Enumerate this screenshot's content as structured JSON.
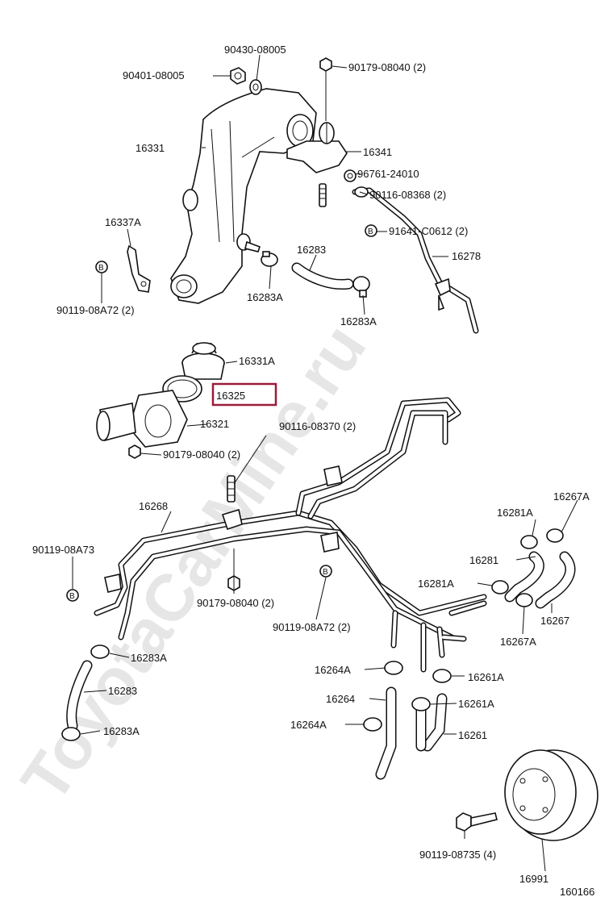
{
  "watermark": "ToyotaCarMine.ru",
  "highlight_color": "#9b1b3a",
  "figure_number": "160166",
  "bolt_marker": "B",
  "labels": {
    "p90430_08005": "90430-08005",
    "p90401_08005": "90401-08005",
    "p90179_08040_top": "90179-08040 (2)",
    "p16331": "16331",
    "p16341": "16341",
    "p96761_24010": "96761-24010",
    "p90116_08368": "90116-08368 (2)",
    "p91641_c0612": "91641-C0612 (2)",
    "p16278": "16278",
    "p16337a": "16337A",
    "p90119_08a72_top": "90119-08A72 (2)",
    "p16283_top": "16283",
    "p16283a_top_left": "16283A",
    "p16283a_top_right": "16283A",
    "p16331a": "16331A",
    "p16325": "16325",
    "p16321": "16321",
    "p90179_08040_mid": "90179-08040 (2)",
    "p90116_08370": "90116-08370 (2)",
    "p16268": "16268",
    "p90119_08a73": "90119-08A73",
    "p90179_08040_low": "90179-08040 (2)",
    "p90119_08a72_low": "90119-08A72 (2)",
    "p16267a_top": "16267A",
    "p16281a_top": "16281A",
    "p16281": "16281",
    "p16281a_mid": "16281A",
    "p16267": "16267",
    "p16267a_low": "16267A",
    "p16283a_low_top": "16283A",
    "p16283_low": "16283",
    "p16283a_low_bottom": "16283A",
    "p16264a_top": "16264A",
    "p16261a_top": "16261A",
    "p16264": "16264",
    "p16261a_mid": "16261A",
    "p16264a_bottom": "16264A",
    "p16261": "16261",
    "p90119_08735": "90119-08735 (4)",
    "p16991": "16991"
  }
}
